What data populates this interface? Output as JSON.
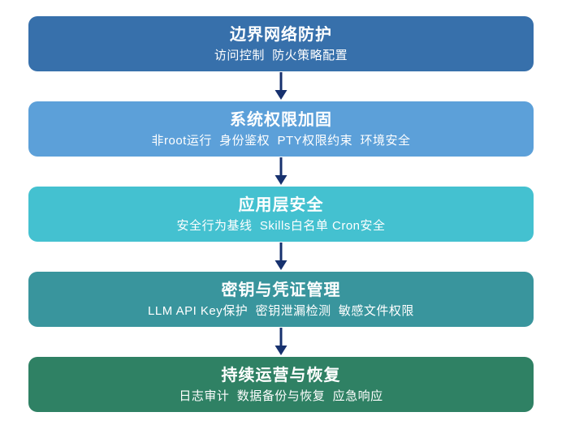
{
  "arrow_color": "#17316e",
  "layers": [
    {
      "title": "边界网络防护",
      "items": "访问控制  防火策略配置",
      "color": "#3770ab"
    },
    {
      "title": "系统权限加固",
      "items": "非root运行  身份鉴权  PTY权限约束  环境安全",
      "color": "#5ca0d9"
    },
    {
      "title": "应用层安全",
      "items": "安全行为基线  Skills白名单 Cron安全",
      "color": "#44c1d0"
    },
    {
      "title": "密钥与凭证管理",
      "items": "LLM API Key保护  密钥泄漏检测  敏感文件权限",
      "color": "#39959d"
    },
    {
      "title": "持续运营与恢复",
      "items": "日志审计  数据备份与恢复  应急响应",
      "color": "#2f8164"
    }
  ]
}
